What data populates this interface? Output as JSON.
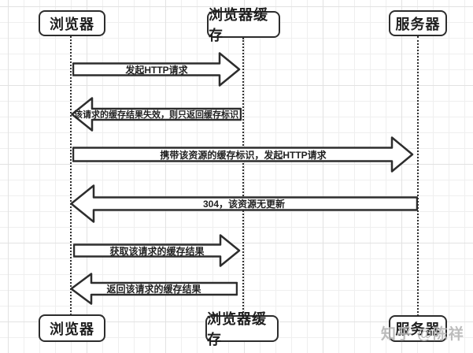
{
  "diagram": {
    "type": "sequence-diagram",
    "topic": "HTTP cache flow",
    "actors": {
      "browser": "浏览器",
      "browser_cache": "浏览器缓存",
      "server": "服务器"
    },
    "messages": [
      {
        "from": "browser",
        "to": "browser_cache",
        "direction": "right",
        "label": "发起HTTP请求"
      },
      {
        "from": "browser_cache",
        "to": "browser",
        "direction": "left",
        "label": "该请求的缓存结果失效，则只返回缓存标识"
      },
      {
        "from": "browser",
        "to": "server",
        "direction": "right",
        "label": "携带该资源的缓存标识，发起HTTP请求"
      },
      {
        "from": "server",
        "to": "browser",
        "direction": "left",
        "label": "304，该资源无更新"
      },
      {
        "from": "browser",
        "to": "browser_cache",
        "direction": "right",
        "label": "获取该请求的缓存结果"
      },
      {
        "from": "browser_cache",
        "to": "browser",
        "direction": "left",
        "label": "返回该请求的缓存结果"
      }
    ],
    "watermark": "知乎 @陈祥",
    "colors": {
      "stroke": "#2d2d2d",
      "shape_fill": "#ffffff",
      "grid_minor": "#efefef",
      "grid_major": "#e2e2e2",
      "text": "#1f1f1f",
      "watermark": "#b5b5b5"
    }
  }
}
